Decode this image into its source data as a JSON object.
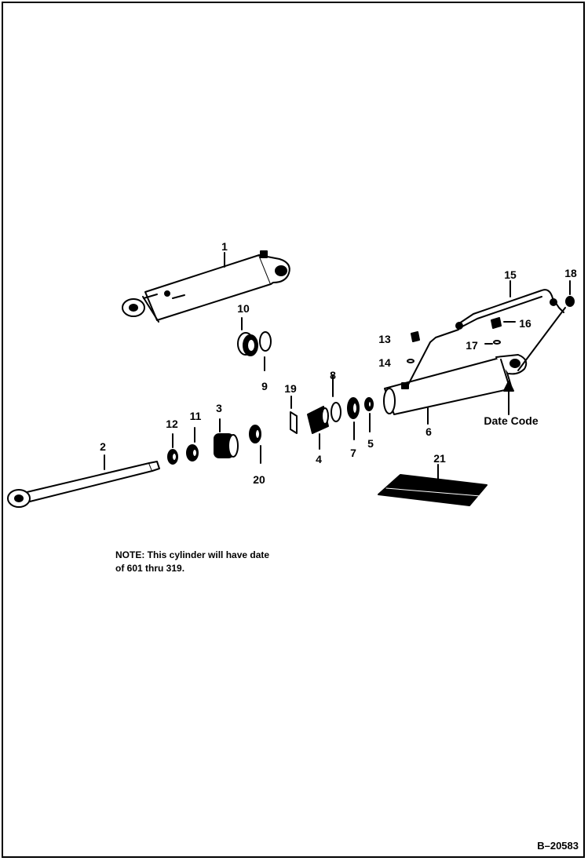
{
  "callouts": {
    "c1": "1",
    "c2": "2",
    "c3": "3",
    "c4": "4",
    "c5": "5",
    "c6": "6",
    "c7": "7",
    "c9": "9",
    "c10": "10",
    "c11": "11",
    "c12": "12",
    "c14": "14",
    "c15": "15",
    "c16": "16",
    "c17": "17",
    "c18": "18",
    "c19": "19",
    "c20": "20",
    "c21": "21",
    "c13": "13",
    "c8": "8",
    "date_code": "Date Code"
  },
  "note": {
    "line1": "NOTE: This cylinder will have date",
    "line2": "of 601 thru 319."
  },
  "drawing_code": "B–20583",
  "colors": {
    "ink": "#000000",
    "paper": "#ffffff"
  }
}
